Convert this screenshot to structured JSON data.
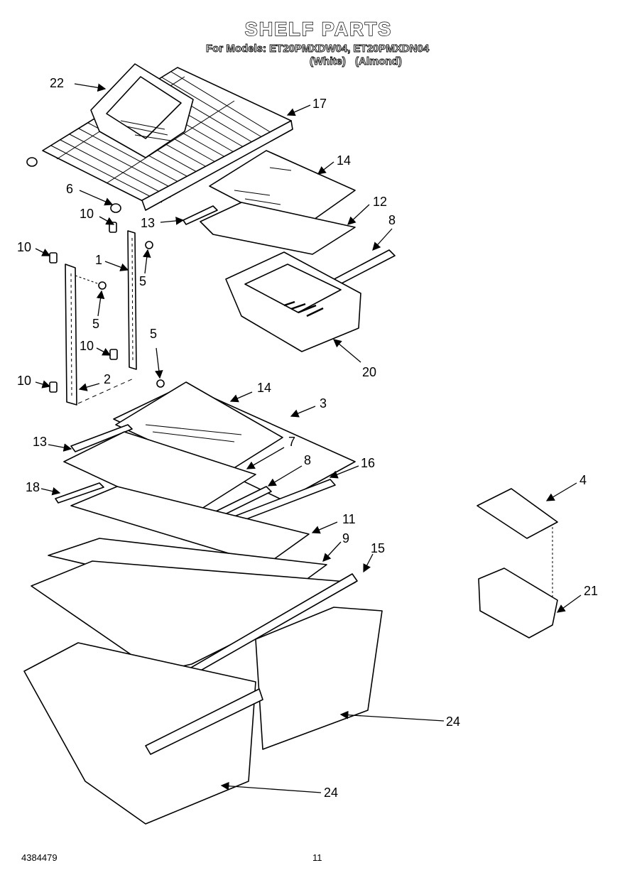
{
  "title": "SHELF PARTS",
  "models_line": "For Models: ET20PMXDW04, ET20PMXDN04",
  "color_white": "(White)",
  "color_almond": "(Almond)",
  "doc_number": "4384479",
  "page_number": "11",
  "callouts": [
    {
      "id": "c22",
      "label": "22"
    },
    {
      "id": "c17",
      "label": "17"
    },
    {
      "id": "c14a",
      "label": "14"
    },
    {
      "id": "c6",
      "label": "6"
    },
    {
      "id": "c12",
      "label": "12"
    },
    {
      "id": "c10a",
      "label": "10"
    },
    {
      "id": "c13a",
      "label": "13"
    },
    {
      "id": "c8a",
      "label": "8"
    },
    {
      "id": "c10b",
      "label": "10"
    },
    {
      "id": "c1",
      "label": "1"
    },
    {
      "id": "c5a",
      "label": "5"
    },
    {
      "id": "c5b",
      "label": "5"
    },
    {
      "id": "c20",
      "label": "20"
    },
    {
      "id": "c5c",
      "label": "5"
    },
    {
      "id": "c10c",
      "label": "10"
    },
    {
      "id": "c10d",
      "label": "10"
    },
    {
      "id": "c2",
      "label": "2"
    },
    {
      "id": "c14b",
      "label": "14"
    },
    {
      "id": "c3",
      "label": "3"
    },
    {
      "id": "c13b",
      "label": "13"
    },
    {
      "id": "c7",
      "label": "7"
    },
    {
      "id": "c8b",
      "label": "8"
    },
    {
      "id": "c16",
      "label": "16"
    },
    {
      "id": "c18",
      "label": "18"
    },
    {
      "id": "c4",
      "label": "4"
    },
    {
      "id": "c11",
      "label": "11"
    },
    {
      "id": "c9",
      "label": "9"
    },
    {
      "id": "c15",
      "label": "15"
    },
    {
      "id": "c21",
      "label": "21"
    },
    {
      "id": "c24a",
      "label": "24"
    },
    {
      "id": "c24b",
      "label": "24"
    }
  ]
}
